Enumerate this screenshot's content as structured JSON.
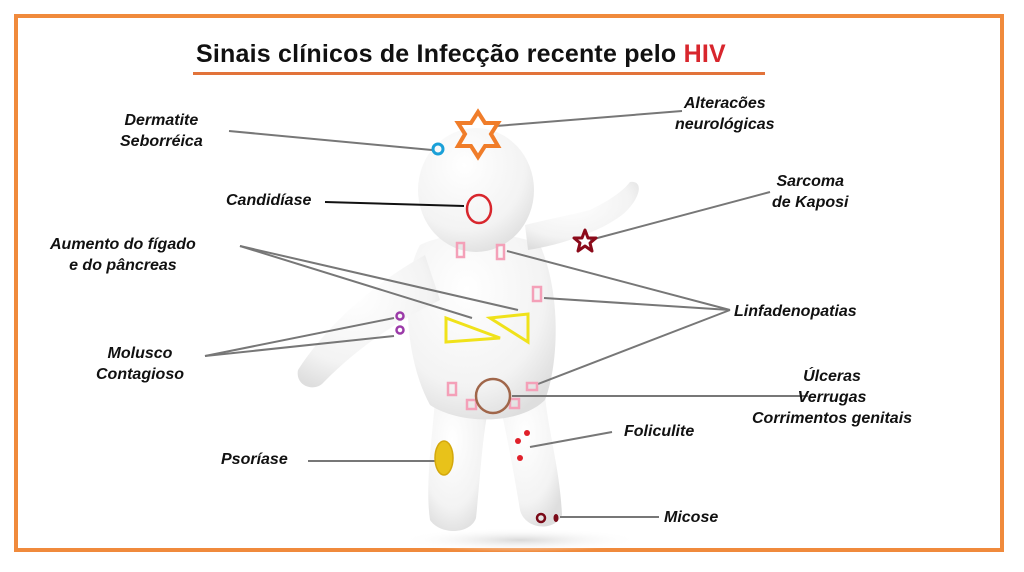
{
  "title": {
    "prefix": "Sinais clínicos de Infecção recente pelo",
    "highlight": "HIV"
  },
  "labels": {
    "dermatite": [
      "Dermatite",
      "Seborréica"
    ],
    "alteracoes": [
      "Alteracões",
      "neurológicas"
    ],
    "candidiase": "Candidíase",
    "sarcoma": [
      "Sarcoma",
      "de Kaposi"
    ],
    "aumento": [
      "Aumento do fígado",
      "e do pâncreas"
    ],
    "linfadenopatias": "Linfadenopatias",
    "molusco": [
      "Molusco",
      "Contagioso"
    ],
    "ulceras": [
      "Úlceras",
      "Verrugas",
      "Corrimentos genitais"
    ],
    "foliculite": "Foliculite",
    "psoriase": "Psoríase",
    "micose": "Micose"
  },
  "colors": {
    "frame": "#f08a3c",
    "title_accent": "#d8262d",
    "star_orange": "#f07d2a",
    "dermatite_dot": "#1aa0d8",
    "candidiase_ring": "#d8262d",
    "kaposi_star": "#8b0a1a",
    "lymph_node": "#f4a0b8",
    "liver": "#f0e21a",
    "molusco": "#9b3aa8",
    "genital_ring": "#a0664a",
    "foliculite": "#e0202a",
    "psoriase": "#e8c21a",
    "micose": "#7a0a18",
    "leader_line": "#777777"
  }
}
